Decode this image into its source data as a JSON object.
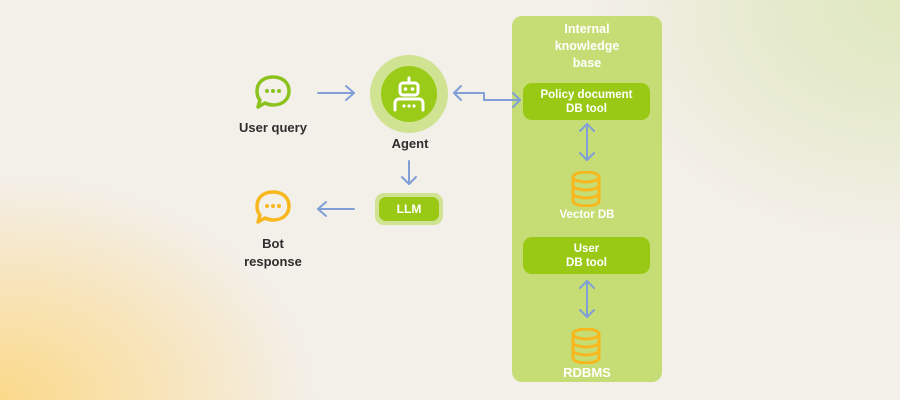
{
  "nodes": {
    "user_query": {
      "label": "User query",
      "icon": "chat-bubble-icon",
      "color": "#8cc21d"
    },
    "agent": {
      "label": "Agent",
      "icon": "robot-icon"
    },
    "llm": {
      "label": "LLM"
    },
    "bot_response": {
      "label_line1": "Bot",
      "label_line2": "response",
      "icon": "chat-bubble-icon",
      "color": "#f7b71d"
    }
  },
  "knowledge_base": {
    "title_line1": "Internal",
    "title_line2": "knowledge",
    "title_line3": "base",
    "policy_tool": {
      "line1": "Policy document",
      "line2": "DB tool"
    },
    "vector_db": {
      "label": "Vector DB",
      "icon": "database-icon"
    },
    "user_tool": {
      "line1": "User",
      "line2": "DB tool"
    },
    "rdbms": {
      "label": "RDBMS",
      "icon": "database-icon"
    }
  },
  "colors": {
    "accent_green": "#99c914",
    "panel_green": "#c5dd74",
    "arrow_blue": "#7f9fd6",
    "db_yellow": "#f7b71d"
  }
}
